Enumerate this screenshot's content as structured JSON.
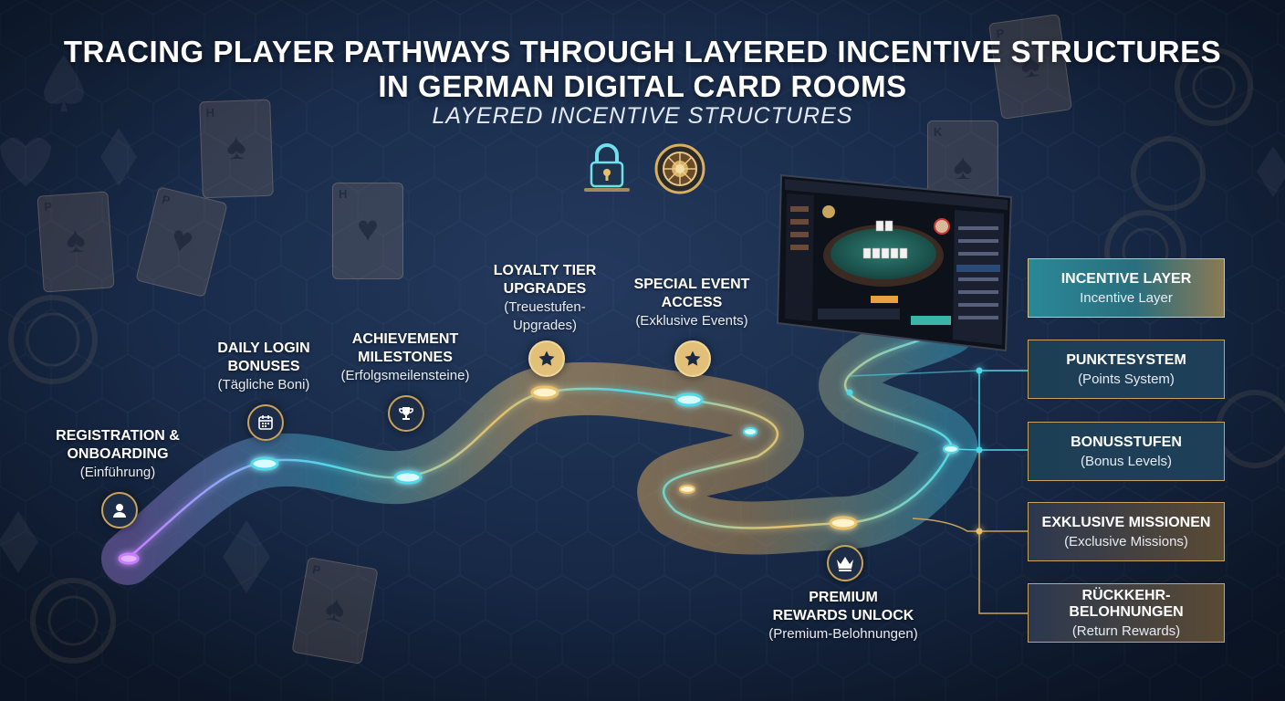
{
  "title_line1": "TRACING PLAYER PATHWAYS THROUGH LAYERED INCENTIVE STRUCTURES",
  "title_line2": "IN GERMAN DIGITAL CARD ROOMS",
  "subtitle": "LAYERED INCENTIVE STRUCTURES",
  "steps": [
    {
      "title_lines": [
        "REGISTRATION &",
        "ONBOARDING"
      ],
      "sub_lines": [
        "(Einführung)"
      ],
      "icon": "user-icon"
    },
    {
      "title_lines": [
        "DAILY LOGIN",
        "BONUSES"
      ],
      "sub_lines": [
        "(Tägliche Boni)"
      ],
      "icon": "calendar-icon"
    },
    {
      "title_lines": [
        "ACHIEVEMENT",
        "MILESTONES"
      ],
      "sub_lines": [
        "(Erfolgsmeilensteine)"
      ],
      "icon": "trophy-icon"
    },
    {
      "title_lines": [
        "LOYALTY TIER",
        "UPGRADES"
      ],
      "sub_lines": [
        "(Treuestufen-",
        "Upgrades)"
      ],
      "icon": "star-icon"
    },
    {
      "title_lines": [
        "SPECIAL EVENT",
        "ACCESS"
      ],
      "sub_lines": [
        "(Exklusive Events)"
      ],
      "icon": "star-icon"
    },
    {
      "title_lines": [
        "PREMIUM",
        "REWARDS UNLOCK"
      ],
      "sub_lines": [
        "(Premium-Belohnungen)"
      ],
      "icon": "crown-icon"
    }
  ],
  "layers": [
    {
      "main": "INCENTIVE LAYER",
      "sub": "Incentive Layer",
      "style": "teal"
    },
    {
      "main": "PUNKTESYSTEM",
      "sub": "(Points System)",
      "style": "navy"
    },
    {
      "main": "BONUSSTUFEN",
      "sub": "(Bonus Levels)",
      "style": "navy"
    },
    {
      "main": "EXKLUSIVE MISSIONEN",
      "sub": "(Exclusive Missions)",
      "style": "gold"
    },
    {
      "main": "RÜCKKEHR-BELOHNUNGEN",
      "sub": "(Return Rewards)",
      "style": "gold"
    }
  ],
  "top_icons": [
    "padlock-icon",
    "roulette-chip-icon"
  ],
  "colors": {
    "teal": "#4fd8e8",
    "gold": "#e8c06a",
    "purple": "#c77dff",
    "panel_gold": "#c9a45c",
    "panel_teal": "#1f6a78"
  }
}
